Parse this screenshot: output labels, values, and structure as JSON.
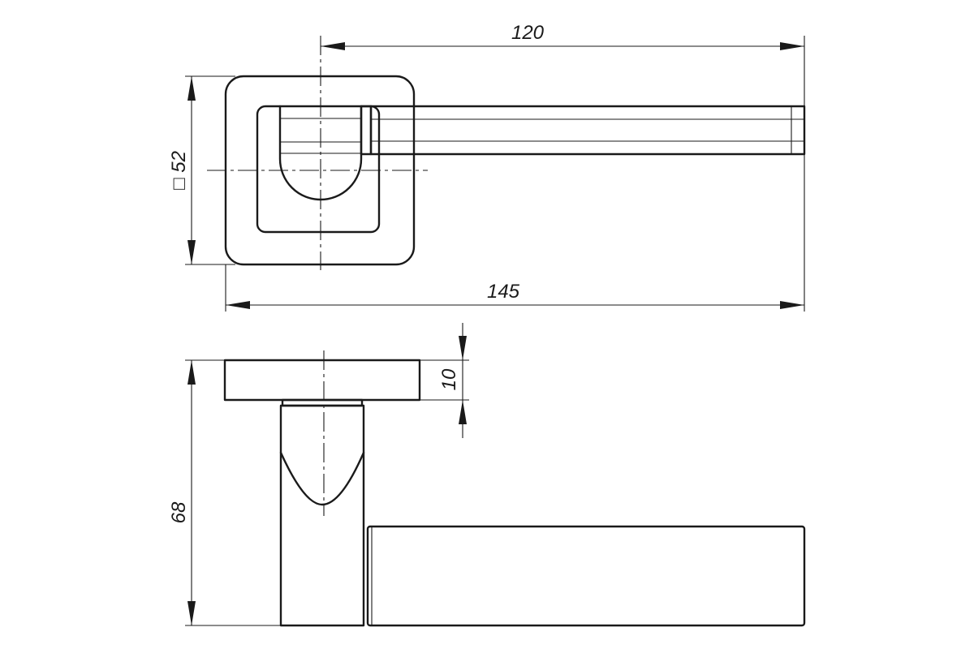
{
  "dimensions": {
    "lever_length": "120",
    "total_length": "145",
    "rosette_square": "□ 52",
    "rosette_thickness": "10",
    "total_height": "68"
  },
  "colors": {
    "line": "#1a1a1a",
    "background": "#ffffff"
  }
}
